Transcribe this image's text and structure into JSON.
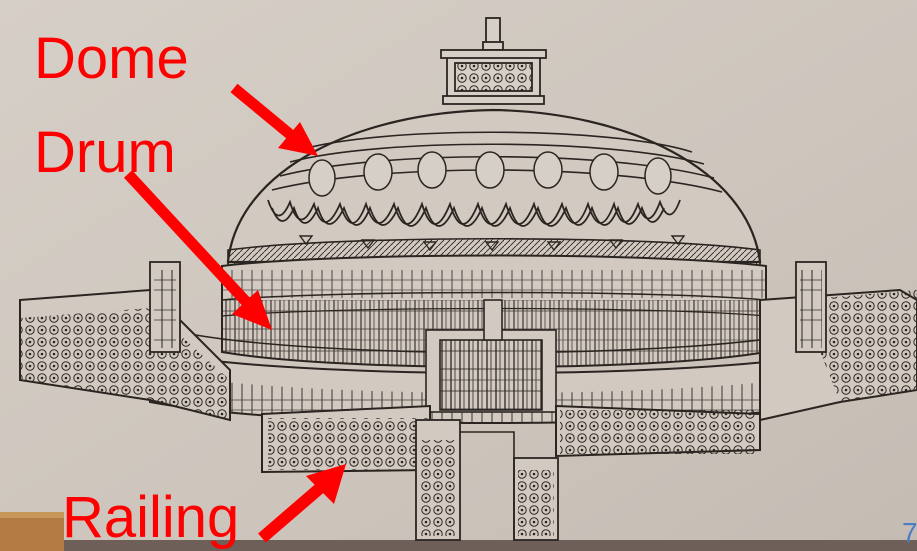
{
  "labels": {
    "dome": "Dome",
    "drum": "Drum",
    "railing": "Railing"
  },
  "slide_number": "7",
  "colors": {
    "label": "#ff0000",
    "arrow": "#ff0000",
    "paper": "#cfc7be",
    "ink": "#2b2522",
    "slide_number": "#4a7dc4"
  }
}
